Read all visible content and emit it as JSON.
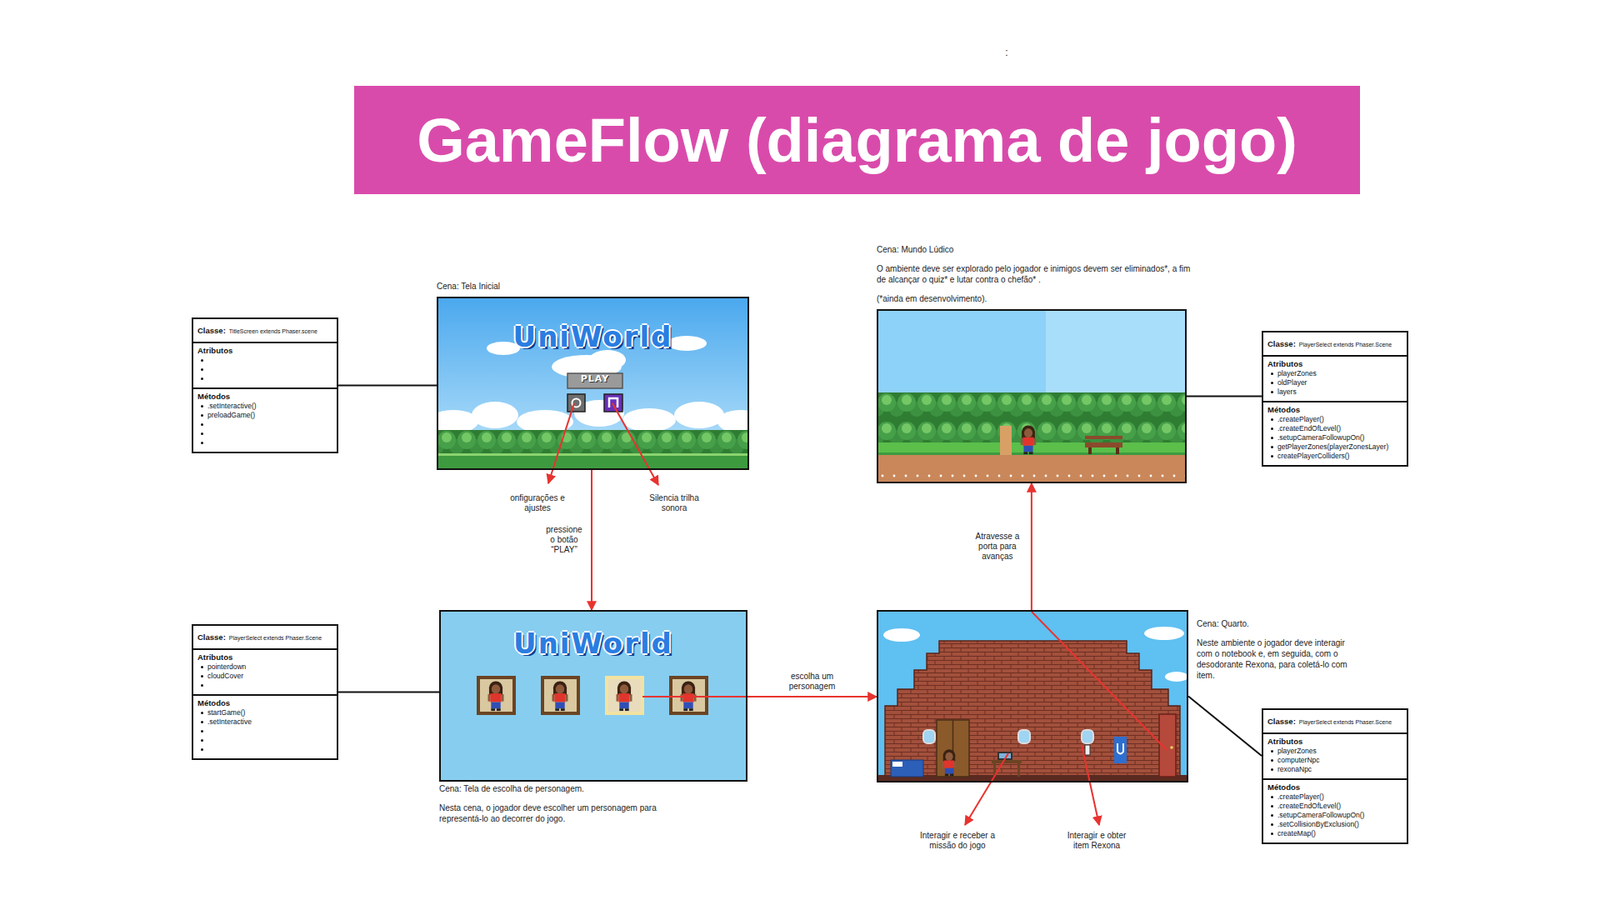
{
  "diagram": {
    "title": "GameFlow (diagrama de jogo)",
    "nodes": [
      {
        "text": [
          "Classe:",
          "TitleScreen extends Phaser.scene",
          "Atributos",
          "Métodos",
          ".setInteractive()",
          "preloadGame()"
        ]
      },
      {
        "text": [
          "Cena: Tela Inicial",
          "UniWorld",
          "PLAY"
        ]
      },
      {
        "text": [
          "Cena: Mundo Lúdico",
          "O ambiente deve ser explorado pelo jogador e inimigos devem ser eliminados*, a fim de alcançar o quiz* e lutar contra o chefão* .",
          "(*ainda em desenvolvimento)."
        ]
      },
      {
        "text": [
          "Classe:",
          "PlayerSelect extends Phaser.Scene",
          "Atributos",
          "playerZones",
          "oldPlayer",
          "layers",
          "Métodos",
          ".createPlayer()",
          ".createEndOfLevel()",
          ".setupCameraFollowupOn()",
          "getPlayerZones(playerZonesLayer)",
          "createPlayerColliders()"
        ]
      },
      {
        "text": [
          "Classe:",
          "PlayerSelect extends Phaser.Scene",
          "Atributos",
          "pointerdown",
          "cloudCover",
          "Métodos",
          "startGame()",
          ".setInteractive"
        ]
      },
      {
        "text": [
          "UniWorld",
          "Cena: Tela de escolha de personagem.",
          "Nesta cena, o jogador deve escolher um personagem para representá-lo ao decorrer do jogo."
        ]
      },
      {
        "text": [
          "Cena: Quarto.",
          "Neste ambiente o jogador deve interagir com o notebook e, em seguida, com o desodorante Rexona, para coletá-lo com item."
        ]
      },
      {
        "text": [
          "Classe:",
          "PlayerSelect extends Phaser.Scene",
          "Atributos",
          "playerZones",
          "computerNpc",
          "rexonaNpc",
          "Métodos",
          ".createPlayer()",
          ".createEndOfLevel()",
          ".setupCameraFollowupOn()",
          ".setCollisionByExclusion()",
          "createMap()"
        ]
      }
    ],
    "edges": [
      {
        "from": 0,
        "to": 1,
        "arrow": "none"
      },
      {
        "from": 1,
        "to": 5,
        "label": "pressione o botão “PLAY”",
        "arrow": "to"
      },
      {
        "from": 5,
        "to": 6,
        "label": "escolha um personagem",
        "arrow": "to"
      },
      {
        "from": 6,
        "to": 2,
        "label": "Atravesse a porta para avanças",
        "arrow": "to"
      },
      {
        "from": 2,
        "to": 3,
        "arrow": "none"
      },
      {
        "from": 4,
        "to": 5,
        "arrow": "none"
      },
      {
        "from": 6,
        "to": 7,
        "arrow": "none"
      }
    ],
    "labels": [
      ":",
      "onfigurações e ajustes",
      "Silencia trilha sonora",
      "Interagir e receber a missão do jogo",
      "Interagir e obter item Rexona"
    ]
  }
}
